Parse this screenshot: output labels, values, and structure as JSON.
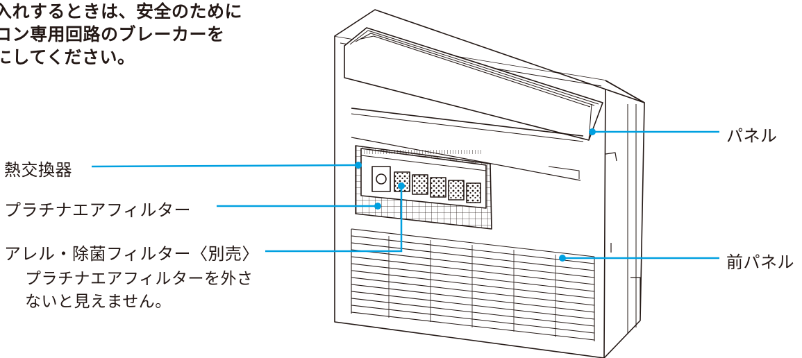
{
  "warning_note": {
    "lines": [
      "入れするときは、安全のために",
      "コン専用回路のブレーカーを",
      "にしてください。"
    ]
  },
  "labels": {
    "heat_exchanger": "熱交換器",
    "platinum_filter": "プラチナエアフィルター",
    "allergy_filter": "アレル・除菌フィルター〈別売〉",
    "allergy_filter_note": [
      "プラチナエアフィルターを外さ",
      "ないと見えません。"
    ],
    "panel": "パネル",
    "front_panel": "前パネル"
  },
  "colors": {
    "leader_line": "#00a0e0",
    "outline": "#231815"
  }
}
